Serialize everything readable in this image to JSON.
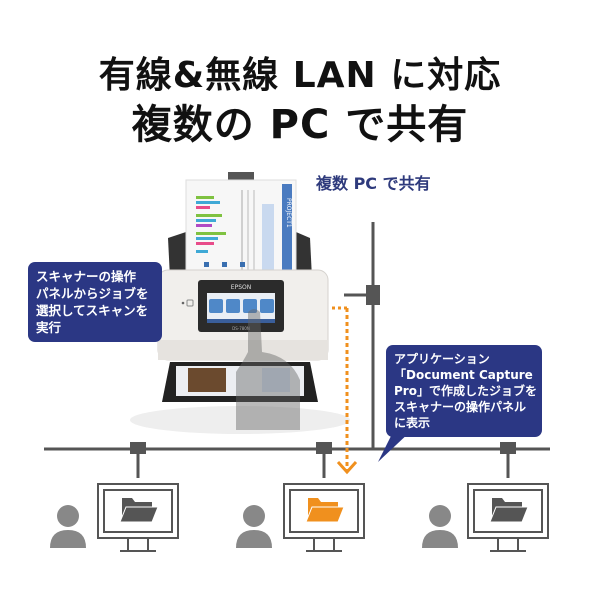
{
  "headline": {
    "line1": "有線&無線 LAN に対応",
    "line2": "複数の PC で共有"
  },
  "diagram": {
    "share_label": "複数 PC で共有",
    "callout_scanner_panel": {
      "lines": [
        "スキャナーの操作",
        "パネルからジョブを",
        "選択してスキャンを",
        "実行"
      ]
    },
    "callout_application": {
      "lines": [
        "アプリケーション",
        "「Document Capture",
        "Pro」で作成したジョブを",
        "スキャナーの操作パネル",
        "に表示"
      ]
    },
    "scanner": {
      "brand": "EPSON",
      "model": "DS-780N",
      "document_title": "PROJECT1"
    },
    "pcs": [
      {
        "name": "pc-left",
        "folder_color": "#555555",
        "highlighted": false
      },
      {
        "name": "pc-center",
        "folder_color": "#f0901e",
        "highlighted": true
      },
      {
        "name": "pc-right",
        "folder_color": "#555555",
        "highlighted": false
      }
    ],
    "colors": {
      "network_line": "#555555",
      "callout_bg": "#2b3784",
      "label_text": "#2e3a7c",
      "highlight_orange": "#f0901e",
      "user_icon": "#888888"
    }
  }
}
